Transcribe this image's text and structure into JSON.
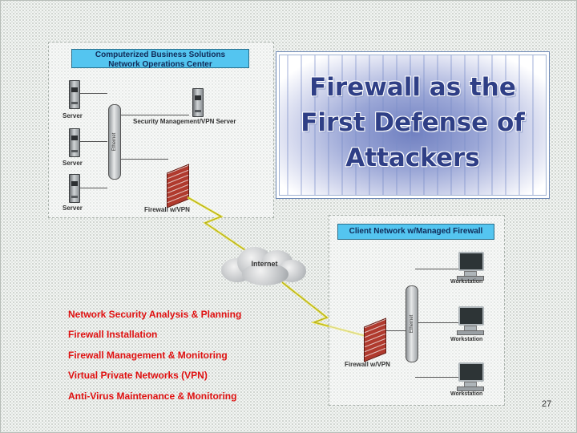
{
  "slide": {
    "title": [
      "Firewall as the",
      "First Defense of",
      "Attackers"
    ],
    "page_number": "27"
  },
  "noc": {
    "title_line1": "Computerized Business Solutions",
    "title_line2": "Network Operations Center",
    "servers": [
      "Server",
      "Server",
      "Server"
    ],
    "vpn_server_label": "Security Management/VPN Server",
    "hub_label": "Ethernet",
    "firewall_label": "Firewall w/VPN"
  },
  "internet_label": "Internet",
  "client": {
    "title": "Client Network w/Managed Firewall",
    "workstations": [
      "Workstation",
      "Workstation",
      "Workstation"
    ],
    "hub_label": "Ethernet",
    "firewall_label": "Firewall w/VPN"
  },
  "services": [
    "Network Security Analysis & Planning",
    "Firewall Installation",
    "Firewall Management & Monitoring",
    "Virtual Private Networks (VPN)",
    "Anti-Virus Maintenance & Monitoring"
  ],
  "colors": {
    "panel_title_bg": "#54c5f0",
    "services_text": "#e01010",
    "title_text": "#2f3f86",
    "lightning": "#e8e13a"
  }
}
